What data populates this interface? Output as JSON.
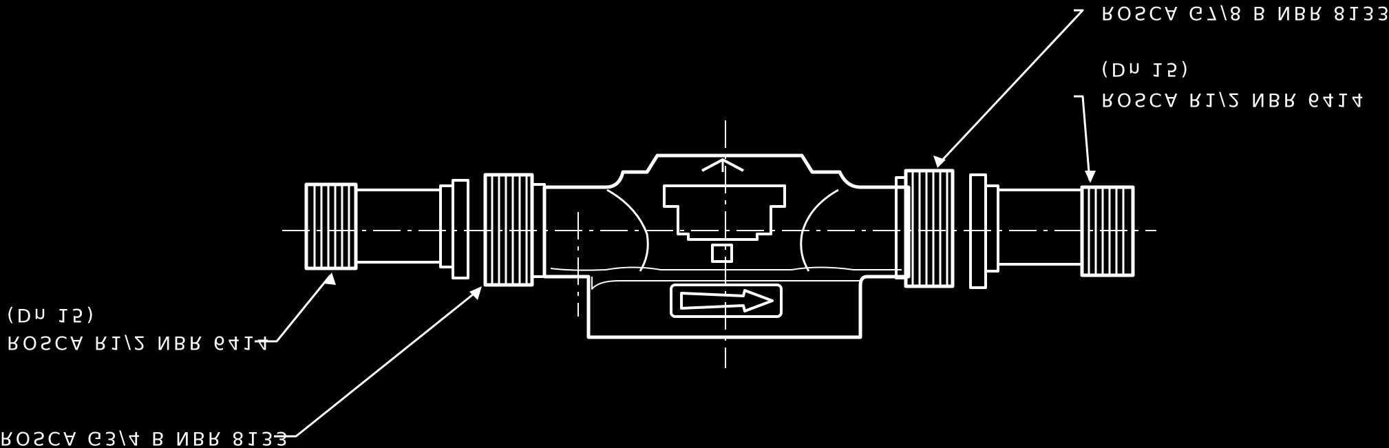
{
  "colors": {
    "background": "#000000",
    "ink": "#ffffff"
  },
  "labels": {
    "top_right_thread": "ROSCA G7/8 B NBR 8133",
    "right_dn": "(Dn 15)",
    "right_thread": "ROSCA R1/2 NBR 6414",
    "left_dn": "(Dn 15)",
    "left_thread": "ROSCA R1/2 NBR 6414",
    "bottom_left_thread": "ROSCA G3/4 B NBR 8133"
  },
  "icons": {
    "flow_arrow": "flow-direction-arrow-icon"
  }
}
